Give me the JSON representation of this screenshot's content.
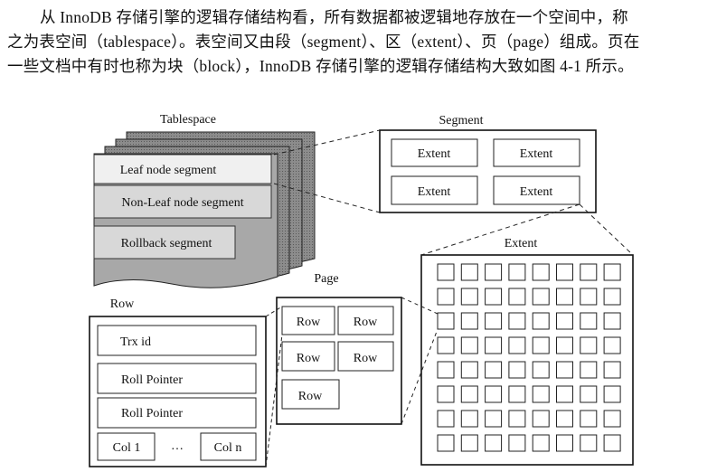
{
  "paragraph": {
    "lines": [
      "从 InnoDB 存储引擎的逻辑存储结构看，所有数据都被逻辑地存放在一个空间中，称",
      "之为表空间（tablespace）。表空间又由段（segment）、区（extent）、页（page）组成。页在",
      "一些文档中有时也称为块（block），InnoDB 存储引擎的逻辑存储结构大致如图 4-1 所示。"
    ]
  },
  "figure": {
    "tablespace": {
      "title": "Tablespace",
      "segments": [
        "Leaf node segment",
        "Non-Leaf node segment",
        "Rollback segment"
      ]
    },
    "segment": {
      "title": "Segment",
      "extents": [
        "Extent",
        "Extent",
        "Extent",
        "Extent"
      ]
    },
    "extent": {
      "title": "Extent",
      "grid_rows": 8,
      "grid_cols": 8
    },
    "page": {
      "title": "Page",
      "rows": [
        "Row",
        "Row",
        "Row",
        "Row",
        "Row"
      ]
    },
    "row": {
      "title": "Row",
      "fields": [
        "Trx id",
        "Roll Pointer",
        "Roll Pointer"
      ],
      "col_first": "Col 1",
      "ellipsis": "…",
      "col_last": "Col n"
    }
  }
}
